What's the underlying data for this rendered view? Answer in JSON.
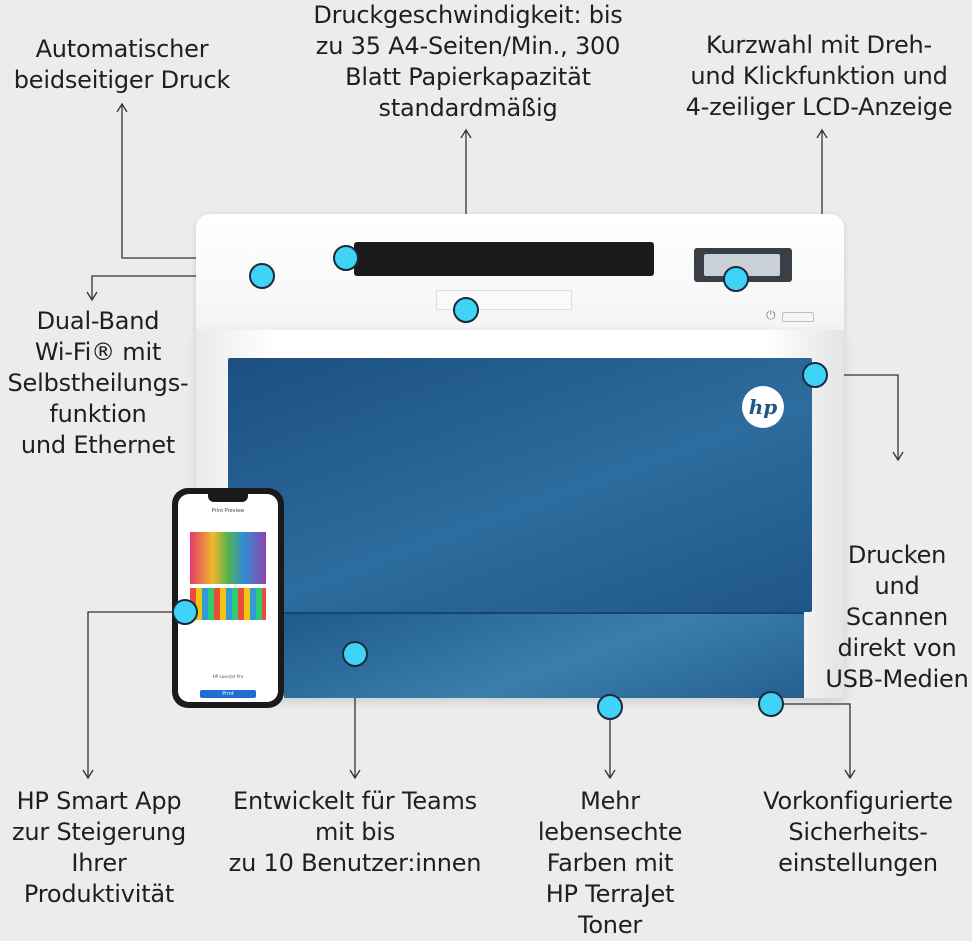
{
  "labels": {
    "duplex": "Automatischer\nbeidseitiger Druck",
    "speed": "Druckgeschwindigkeit: bis\nzu 35 A4-Seiten/Min., 300\nBlatt Papierkapazität\nstandardmäßig",
    "dial": "Kurzwahl mit Dreh-\nund Klickfunktion und\n4-zeiliger LCD-Anzeige",
    "wifi": "Dual-Band\nWi-Fi® mit\nSelbstheilungs-\nfunktion\nund Ethernet",
    "usb": "Drucken und\nScannen\ndirekt von\nUSB-Medien",
    "app": "HP Smart App\nzur Steigerung\nIhrer\nProduktivität",
    "teams": "Entwickelt für Teams\nmit bis\nzu 10 Benutzer:innen",
    "colors": "Mehr\nlebensechte\nFarben mit\nHP TerraJet\nToner",
    "security": "Vorkonfigurierte\nSicherheits-\neinstellungen"
  },
  "printer": {
    "logo": "hp"
  },
  "phone": {
    "title": "Print Preview",
    "caption": "HP LaserJet Pro",
    "button": "Print"
  },
  "colors": {
    "dot": "#3fd3f7",
    "panel": "#1f5789",
    "background": "#ececec"
  }
}
